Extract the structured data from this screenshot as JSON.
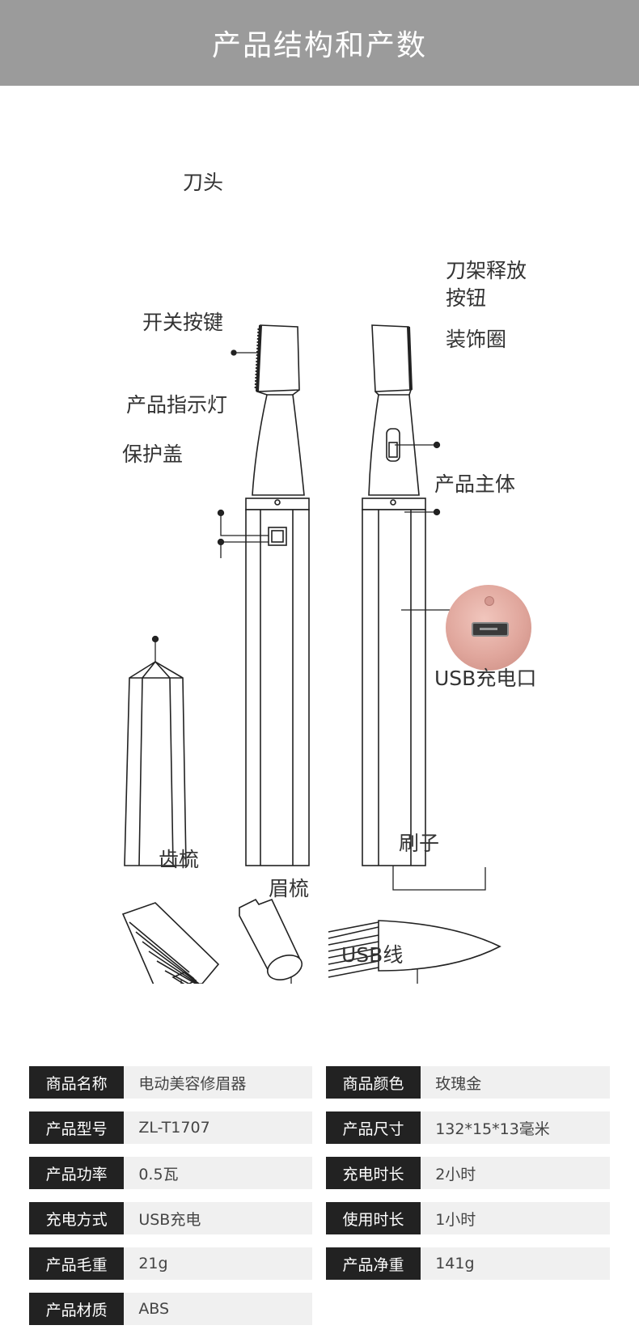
{
  "header": {
    "title": "产品结构和产数"
  },
  "labels": {
    "blade_head": "刀头",
    "blade_release_1": "刀架释放",
    "blade_release_2": "按钮",
    "switch_key": "开关按键",
    "decor_ring": "装饰圈",
    "indicator": "产品指示灯",
    "cap": "保护盖",
    "body": "产品主体",
    "usb_port": "USB充电口",
    "tooth_comb": "齿梳",
    "brush": "刷子",
    "brow_comb": "眉梳",
    "usb_cable": "USB线"
  },
  "specs": [
    [
      {
        "k": "商品名称",
        "v": "电动美容修眉器"
      },
      {
        "k": "商品颜色",
        "v": "玫瑰金"
      }
    ],
    [
      {
        "k": "产品型号",
        "v": "ZL-T1707"
      },
      {
        "k": "产品尺寸",
        "v": "132*15*13毫米"
      }
    ],
    [
      {
        "k": "产品功率",
        "v": "0.5瓦"
      },
      {
        "k": "充电时长",
        "v": "2小时"
      }
    ],
    [
      {
        "k": "充电方式",
        "v": "USB充电"
      },
      {
        "k": "使用时长",
        "v": "1小时"
      }
    ],
    [
      {
        "k": "产品毛重",
        "v": "21g"
      },
      {
        "k": "产品净重",
        "v": "141g"
      }
    ],
    [
      {
        "k": "产品材质",
        "v": "ABS"
      }
    ]
  ]
}
